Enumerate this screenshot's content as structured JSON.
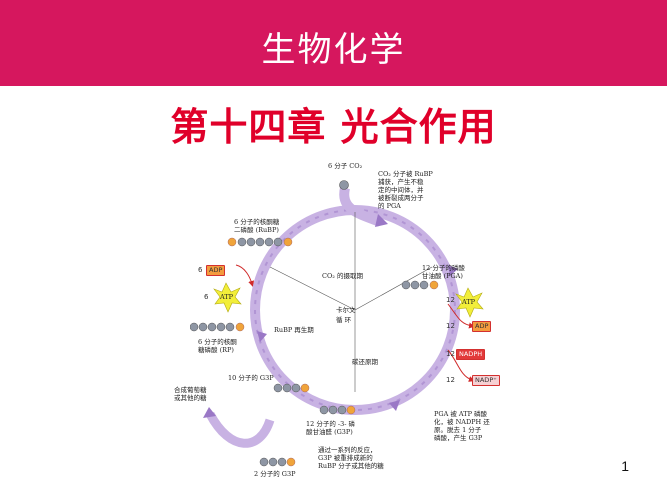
{
  "header": {
    "title": "生物化学",
    "color": "#d6175e"
  },
  "chapter": {
    "title": "第十四章   光合作用",
    "color": "#e0002a"
  },
  "figure": {
    "top_label": "6 分子 CO₂",
    "co2_note": [
      "CO₂ 分子被 RuBP",
      "捕获，产生不稳",
      "定的中间体，并",
      "被断裂成两分子",
      "的 PGA"
    ],
    "rubp_label": [
      "6 分子的核酮糖",
      "二磷酸 (RuBP)"
    ],
    "pga_label": [
      "12 分子的磷酸",
      "甘油酸 (PGA)"
    ],
    "adp_left": "ADP",
    "adp_left_num": "6",
    "atp_left": "ATP",
    "atp_left_num": "6",
    "atp_right": "ATP",
    "atp_right_num": "12",
    "adp_right": "ADP",
    "adp_right_num": "12",
    "nadph": "NADPH",
    "nadph_num": "12",
    "nadp": "NADP⁺",
    "nadp_num": "12",
    "co2_capture": "CO₂ 的摄取期",
    "center_top": "卡尔文",
    "center_bottom": "循  环",
    "rubp_regen": "RuBP 再生期",
    "reduction": "碳还原期",
    "ru5p_label": [
      "6 分子的核酮",
      "糖磷酸 (RP)"
    ],
    "g3p10": "10 分子的 G3P",
    "sugar": [
      "合成葡萄糖",
      "或其他的糖"
    ],
    "g3p12": [
      "12 分子的 -3- 磷",
      "酸甘油醛 (G3P)"
    ],
    "pga_note": [
      "PGA 被 ATP 磷酸",
      "化，被 NADPH 还",
      "原。脱去 1 分子",
      "磷酸，产生 G3P"
    ],
    "series_note": [
      "通过一系列的反应，",
      "G3P 被重排成新的",
      "RuBP 分子或其他的糖"
    ],
    "g3p2": "2 分子的 G3P",
    "colors": {
      "cycle": "#b79ad8",
      "cycle_dark": "#9a78c6",
      "bead": "#8e96a4",
      "phosphate": "#f0a43a"
    }
  },
  "page_number": "1"
}
